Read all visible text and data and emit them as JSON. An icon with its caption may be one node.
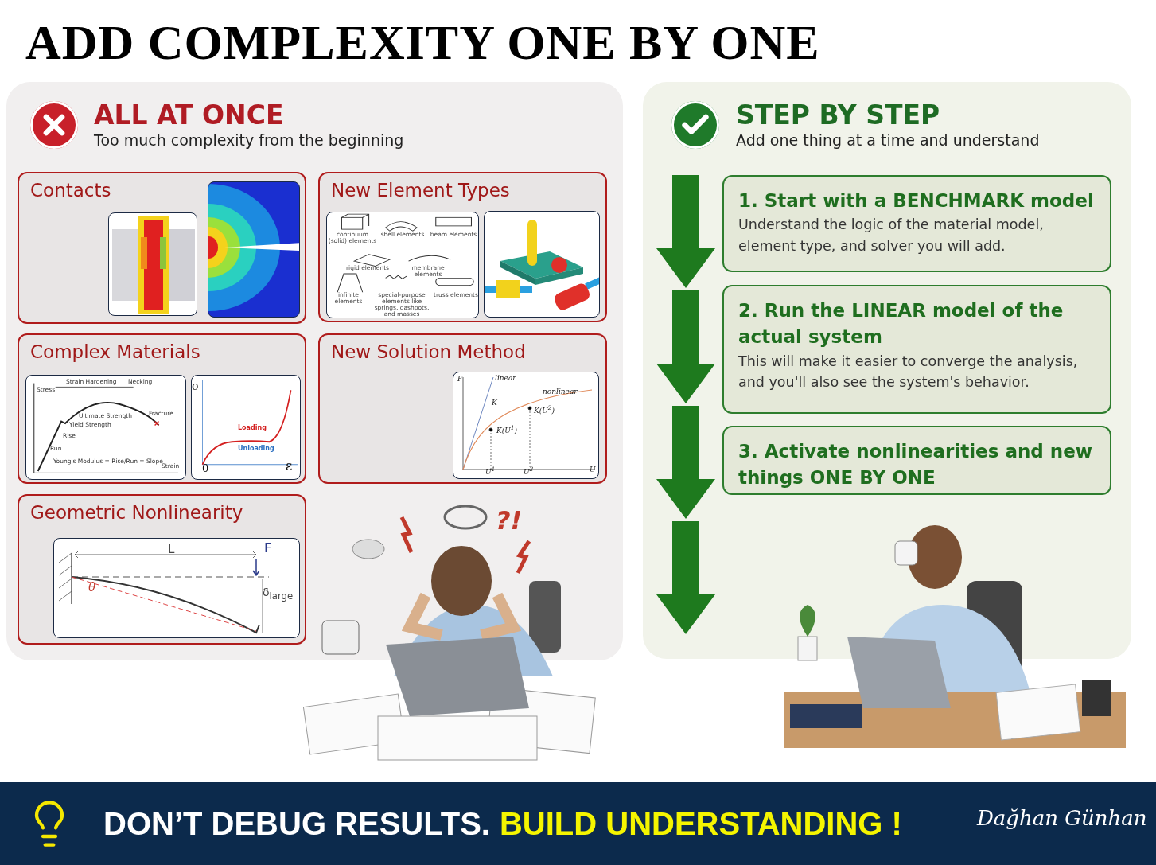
{
  "diagram": {
    "title": "ADD COMPLEXITY ONE BY ONE",
    "nodes": [
      {
        "text": [
          "ALL AT ONCE",
          "Too much complexity from the beginning"
        ]
      },
      {
        "text": [
          "Contacts"
        ],
        "in": 0
      },
      {
        "text": [
          "New Element Types"
        ],
        "in": 0
      },
      {
        "text": [
          "Complex Materials"
        ],
        "in": 0
      },
      {
        "text": [
          "New Solution Method"
        ],
        "in": 0
      },
      {
        "text": [
          "Geometric Nonlinearity"
        ],
        "in": 0
      },
      {
        "text": [
          "STEP BY STEP",
          "Add one thing at a time and understand"
        ]
      },
      {
        "text": [
          "1. Start with a BENCHMARK model",
          "Understand the logic of the material model, element type, and solver you will add."
        ],
        "in": 6
      },
      {
        "text": [
          "2. Run the LINEAR model of the actual system",
          "This will make it easier to converge the analysis, and you'll also see the system's behavior."
        ],
        "in": 6
      },
      {
        "text": [
          "3. Activate nonlinearities and new things ONE BY ONE"
        ],
        "in": 6
      },
      {
        "text": [
          "DON’T DEBUG RESULTS.",
          "BUILD UNDERSTANDING !",
          "Dağhan Günhan"
        ]
      }
    ],
    "labels": [
      "continuum (solid) elements",
      "shell elements",
      "beam elements",
      "rigid elements",
      "membrane elements",
      "infinite elements",
      "special-purpose elements like springs, dashpots, and masses",
      "truss elements",
      "Strain Hardening",
      "Necking",
      "Stress",
      "Ultimate Strength",
      "Fracture",
      "Yield Strength",
      "Rise",
      "Run",
      "Young's Modulus = Rise/Run = Slope",
      "Strain",
      "σ",
      "Loading",
      "Unloading",
      "0",
      "ε",
      "F",
      "linear",
      "K",
      "nonlinear",
      "K(U$^{2}$)",
      "K(U$^{1}$)",
      "U$^{1}$",
      "U$^{2}$",
      "U",
      "L",
      "F",
      "θ",
      "δ$_{large}$",
      "?!"
    ]
  }
}
